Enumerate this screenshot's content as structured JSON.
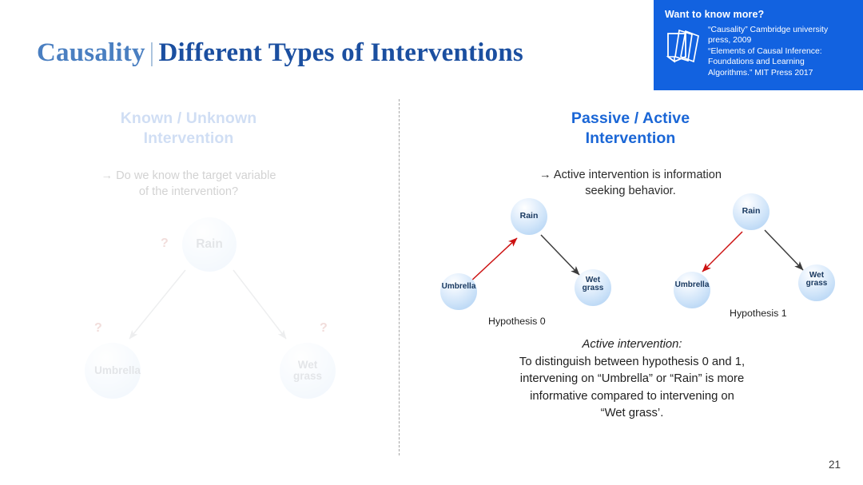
{
  "title": {
    "primary": "Causality",
    "separator": "|",
    "secondary": "Different Types of Interventions"
  },
  "reference_box": {
    "heading": "Want to know more?",
    "icon": "documents-icon",
    "background_color": "#1262e0",
    "lines": [
      "“Causality” Cambridge university",
      "press, 2009",
      "“Elements of Causal Inference:",
      "Foundations and Learning",
      "Algorithms.” MIT Press 2017"
    ]
  },
  "left_panel": {
    "heading_line1": "Known / Unknown",
    "heading_line2": "Intervention",
    "lead_arrow": "→",
    "lead_line1": "Do we know the target variable",
    "lead_line2": "of the intervention?",
    "state": "dimmed",
    "graph": {
      "nodes": [
        {
          "id": "rain",
          "label": "Rain",
          "question_mark": "?"
        },
        {
          "id": "umbrella",
          "label": "Umbrella",
          "question_mark": "?"
        },
        {
          "id": "wetgrass",
          "label_line1": "Wet",
          "label_line2": "grass",
          "question_mark": "?"
        }
      ],
      "edges": [
        {
          "from": "rain",
          "to": "umbrella",
          "color": "#9aa0a6"
        },
        {
          "from": "rain",
          "to": "wetgrass",
          "color": "#9aa0a6"
        }
      ]
    }
  },
  "right_panel": {
    "heading_line1": "Passive / Active",
    "heading_line2": "Intervention",
    "lead_arrow": "→",
    "lead_line1": "Active intervention is information",
    "lead_line2": "seeking behavior.",
    "hypothesis_0": {
      "caption": "Hypothesis 0",
      "nodes": [
        {
          "id": "rain",
          "label": "Rain"
        },
        {
          "id": "umbrella",
          "label": "Umbrella"
        },
        {
          "id": "wetgrass",
          "label_line1": "Wet",
          "label_line2": "grass"
        }
      ],
      "edges": [
        {
          "from": "umbrella",
          "to": "rain",
          "color": "#cc1111"
        },
        {
          "from": "rain",
          "to": "wetgrass",
          "color": "#3c3c3c"
        }
      ]
    },
    "hypothesis_1": {
      "caption": "Hypothesis 1",
      "nodes": [
        {
          "id": "rain",
          "label": "Rain"
        },
        {
          "id": "umbrella",
          "label": "Umbrella"
        },
        {
          "id": "wetgrass",
          "label_line1": "Wet",
          "label_line2": "grass"
        }
      ],
      "edges": [
        {
          "from": "rain",
          "to": "umbrella",
          "color": "#cc1111"
        },
        {
          "from": "rain",
          "to": "wetgrass",
          "color": "#3c3c3c"
        }
      ]
    },
    "conclusion": {
      "emphasis": "Active intervention:",
      "line1": "To distinguish between hypothesis 0 and 1,",
      "line2": "intervening on “Umbrella” or “Rain” is more",
      "line3": "informative compared to intervening on",
      "line4": "“Wet grass’."
    }
  },
  "page_number": "21",
  "colors": {
    "title_light": "#4a7fc1",
    "title_dark": "#1b4fa0",
    "accent_blue": "#1a66d6",
    "box_blue": "#1262e0",
    "red_edge": "#cc1111",
    "dark_edge": "#3c3c3c",
    "question_red": "#c0392b"
  }
}
